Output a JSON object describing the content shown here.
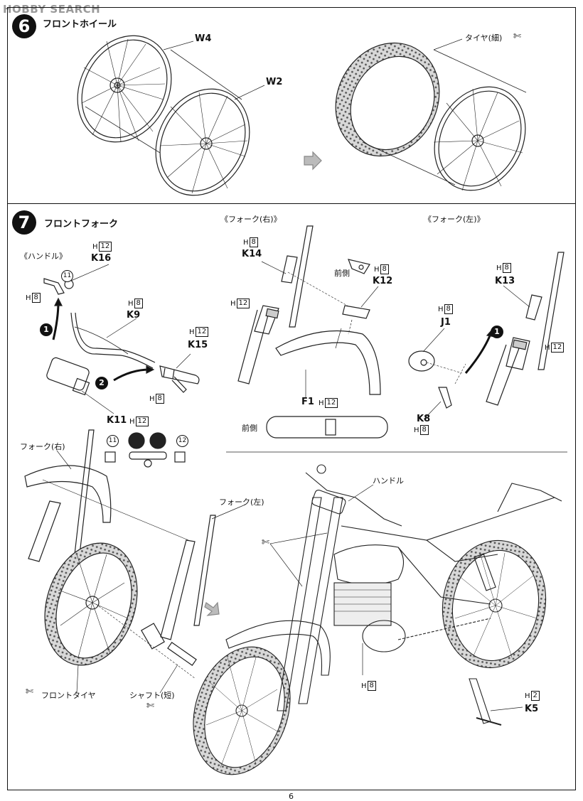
{
  "watermark": {
    "text": "HOBBY SEARCH"
  },
  "step6": {
    "number": "6",
    "title": "フロントホイール",
    "labels": {
      "w4": "W4",
      "w2": "W2",
      "tire": "タイヤ(細)"
    }
  },
  "step7": {
    "number": "7",
    "title": "フロントフォーク",
    "sections": {
      "handle": "《ハンドル》",
      "fork_right": "《フォーク(右)》",
      "fork_left": "《フォーク(左)》"
    },
    "parts": {
      "k16": "K16",
      "k9": "K9",
      "k15": "K15",
      "k11": "K11",
      "k14": "K14",
      "k12": "K12",
      "f1": "F1",
      "k13": "K13",
      "j1": "J1",
      "k8": "K8",
      "k5": "K5"
    },
    "colors": {
      "h2": "2",
      "h8": "8",
      "h12": "12",
      "h_prefix": "H"
    },
    "notes": {
      "front": "前側",
      "front2": "前側",
      "fork_r": "フォーク(右)",
      "fork_l": "フォーク(左)",
      "handle": "ハンドル",
      "front_tire": "フロントタイヤ",
      "shaft": "シャフト(短)"
    },
    "markers": {
      "n1": "1",
      "n2": "2",
      "n11": "11",
      "n12": "12"
    }
  },
  "page": {
    "number": "6"
  }
}
